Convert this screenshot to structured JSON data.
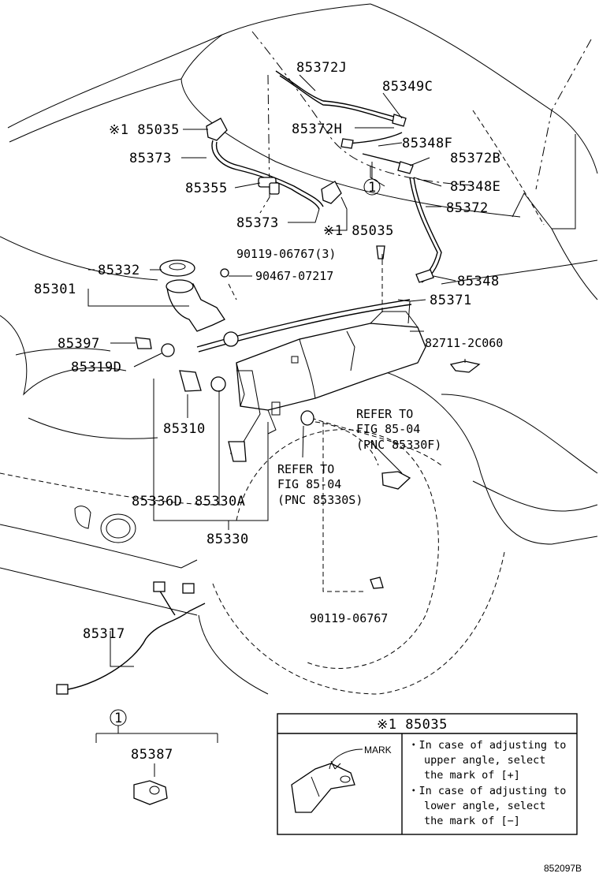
{
  "labels": {
    "p85372J": "85372J",
    "p85349C": "85349C",
    "p85035a": "※1 85035",
    "p85372H": "85372H",
    "p85348F": "85348F",
    "p85373a": "85373",
    "p85372B": "85372B",
    "p85355": "85355",
    "p85348E": "85348E",
    "p85372": "85372",
    "p85373b": "85373",
    "p85035b": "※1 85035",
    "p90119a": "90119-06767(3)",
    "p85332": "85332",
    "p90467": "90467-07217",
    "p85301": "85301",
    "p85348": "85348",
    "p85371": "85371",
    "p85397": "85397",
    "p82711": "82711-2C060",
    "p85319D": "85319D",
    "p85310": "85310",
    "refer1a": "REFER TO",
    "refer1b": "FIG 85-04",
    "refer1c": "(PNC 85330F)",
    "refer2a": "REFER TO",
    "refer2b": "FIG 85-04",
    "refer2c": "(PNC 85330S)",
    "p85336D": "85336D",
    "p85330A": "85330A",
    "p85330": "85330",
    "p90119b": "90119-06767",
    "p85317": "85317",
    "circle1": "1",
    "circle1b": "1",
    "p85387": "85387",
    "fig_code": "852097B"
  },
  "note_box": {
    "title": "※1 85035",
    "mark_label": "MARK",
    "lines": [
      "・In case of adjusting to",
      "upper angle, select",
      "the mark of [+]",
      "・In case of adjusting to",
      "lower angle, select",
      "the mark of [−]"
    ]
  }
}
